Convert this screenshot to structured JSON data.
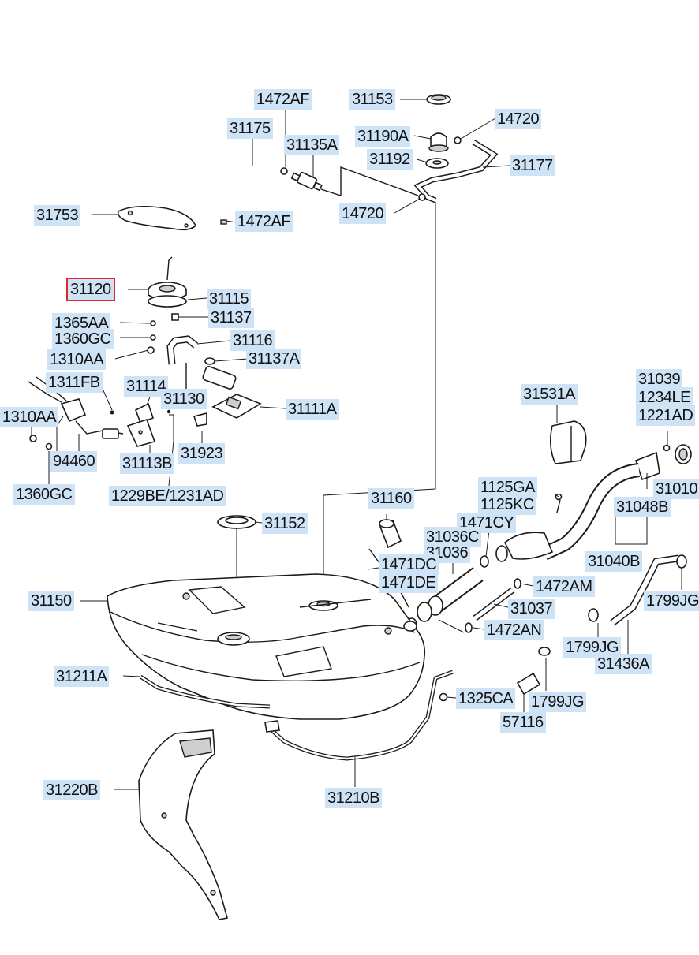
{
  "diagram": {
    "highlighted": "31120",
    "highlight_color": "#e0262c",
    "label_bg": "#cfe3f6",
    "labels": {
      "l_1472af_top": "1472AF",
      "l_31153": "31153",
      "l_14720_top": "14720",
      "l_31175": "31175",
      "l_31135a": "31135A",
      "l_31190a": "31190A",
      "l_31192": "31192",
      "l_31177": "31177",
      "l_31753": "31753",
      "l_14720_mid": "14720",
      "l_1472af_bot": "1472AF",
      "l_31120": "31120",
      "l_31115": "31115",
      "l_31137": "31137",
      "l_1365aa": "1365AA",
      "l_1360gc_a": "1360GC",
      "l_31116": "31116",
      "l_1310aa_a": "1310AA",
      "l_31137a": "31137A",
      "l_1311fb": "1311FB",
      "l_31114": "31114",
      "l_31130": "31130",
      "l_31111a": "31111A",
      "l_1310aa_b": "1310AA",
      "l_94460": "94460",
      "l_31113b": "31113B",
      "l_31923": "31923",
      "l_1360gc_b": "1360GC",
      "l_1229be": "1229BE/1231AD",
      "l_31531a": "31531A",
      "l_31039": "31039",
      "l_1234le": "1234LE",
      "l_1221ad": "1221AD",
      "l_31010": "31010",
      "l_1125ga": "1125GA",
      "l_1125kc": "1125KC",
      "l_31048b": "31048B",
      "l_31160": "31160",
      "l_1471cy": "1471CY",
      "l_31036c": "31036C",
      "l_31036": "31036",
      "l_31152": "31152",
      "l_1471dc": "1471DC",
      "l_1471de": "1471DE",
      "l_31040b": "31040B",
      "l_1472am": "1472AM",
      "l_31150": "31150",
      "l_31037": "31037",
      "l_1799jg_a": "1799JG",
      "l_1472an": "1472AN",
      "l_1799jg_b": "1799JG",
      "l_31436a": "31436A",
      "l_31211a": "31211A",
      "l_1325ca": "1325CA",
      "l_1799jg_c": "1799JG",
      "l_57116": "57116",
      "l_31220b": "31220B",
      "l_31210b": "31210B"
    }
  }
}
